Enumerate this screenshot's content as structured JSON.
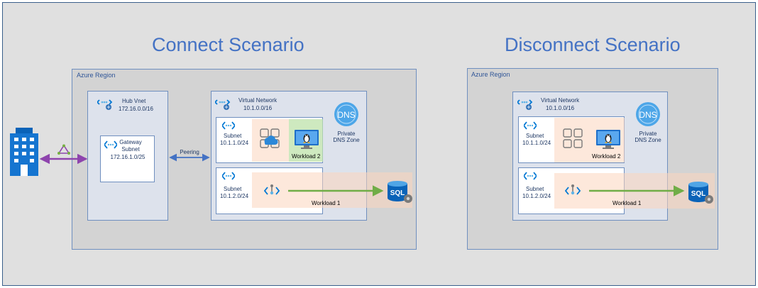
{
  "connect": {
    "title": "Connect Scenario",
    "region_label": "Azure Region",
    "hub": {
      "name": "Hub Vnet",
      "cidr": "172.16.0.0/16"
    },
    "gateway": {
      "name_line1": "Gateway",
      "name_line2": "Subnet",
      "cidr": "172.16.1.0/25"
    },
    "peering_label": "Peering",
    "vnet": {
      "name": "Virtual Network",
      "cidr": "10.1.0.0/16"
    },
    "subnet1": {
      "name": "Subnet",
      "cidr": "10.1.1.0/24"
    },
    "subnet2": {
      "name": "Subnet",
      "cidr": "10.1.2.0/24"
    },
    "dns": {
      "icon_text": "DNS",
      "line1": "Private",
      "line2": "DNS Zone"
    },
    "workload1": "Workload 1",
    "workload2": "Workload 2",
    "sql_text": "SQL"
  },
  "disconnect": {
    "title": "Disconnect Scenario",
    "region_label": "Azure Region",
    "vnet": {
      "name": "Virtual Network",
      "cidr": "10.1.0.0/16"
    },
    "subnet1": {
      "name": "Subnet",
      "cidr": "10.1.1.0/24"
    },
    "subnet2": {
      "name": "Subnet",
      "cidr": "10.1.2.0/24"
    },
    "dns": {
      "icon_text": "DNS",
      "line1": "Private",
      "line2": "DNS Zone"
    },
    "workload1": "Workload 1",
    "workload2": "Workload 2",
    "sql_text": "SQL"
  },
  "colors": {
    "title": "#4472c4",
    "vpn_link": "#8e44ad",
    "peering_arrow": "#4472c4",
    "workload_arrow": "#70ad47",
    "icon_blue": "#0078d4"
  },
  "icons": [
    "building-icon",
    "vpn-gateway-icon",
    "vnet-icon",
    "subnet-icon",
    "dns-icon",
    "app-service-icon",
    "vm-linux-icon",
    "private-endpoint-icon",
    "sql-database-icon"
  ]
}
